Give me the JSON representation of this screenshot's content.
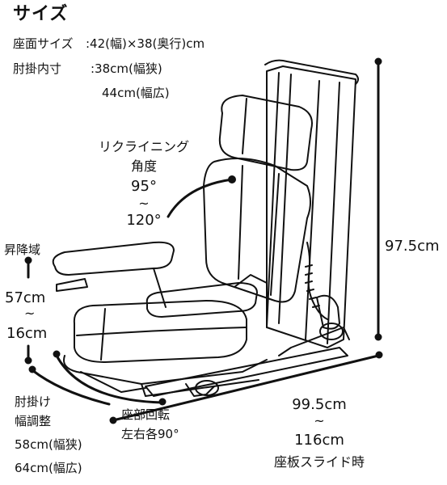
{
  "title": "サイズ",
  "specs": {
    "seat_label": "座面サイズ",
    "seat_value": ":42(幅)×38(奥行)cm",
    "armrest_label": "肘掛内寸",
    "armrest_narrow": ":38cm(幅狭)",
    "armrest_wide": "44cm(幅広)"
  },
  "recline": {
    "label1": "リクライニング",
    "label2": "角度",
    "min": "95°",
    "tilde": "~",
    "max": "120°"
  },
  "lift": {
    "label": "昇降域",
    "max": "57cm",
    "tilde": "~",
    "min": "16cm"
  },
  "armrest_adjust": {
    "label1": "肘掛け",
    "label2": "幅調整",
    "narrow": "58cm(幅狭)",
    "wide": "64cm(幅広)"
  },
  "rotation": {
    "label1": "座部回転",
    "label2": "左右各90°"
  },
  "height": {
    "value": "97.5cm"
  },
  "depth": {
    "value": "99.5cm",
    "tilde": "~",
    "slide_value": "116cm",
    "slide_label": "座板スライド時"
  }
}
